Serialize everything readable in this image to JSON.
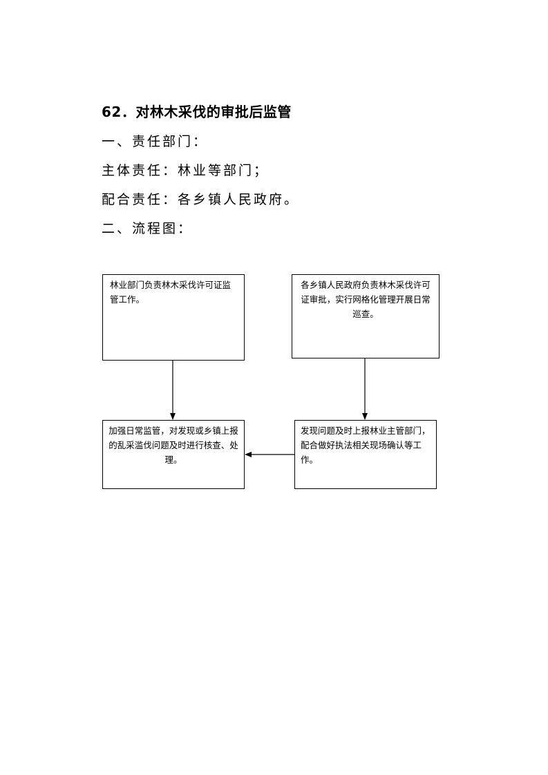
{
  "document": {
    "title": "62．对林木采伐的审批后监管",
    "section1_heading": "一、责任部门：",
    "main_responsibility": "主体责任：林业等部门；",
    "cooperative_responsibility": "配合责任：各乡镇人民政府。",
    "section2_heading": "二、流程图："
  },
  "flowchart": {
    "box_forestry_dept": "林业部门负责林木采伐许可证监管工作。",
    "box_township_gov": "各乡镇人民政府负责林木采伐许可证审批，实行网格化管理开展日常巡查。",
    "box_daily_supervision": "加强日常监管，对发现或乡镇上报的乱采滥伐问题及时进行核查、处理。",
    "box_report_issue": "发现问题及时上报林业主管部门，配合做好执法相关现场确认等工作。"
  }
}
